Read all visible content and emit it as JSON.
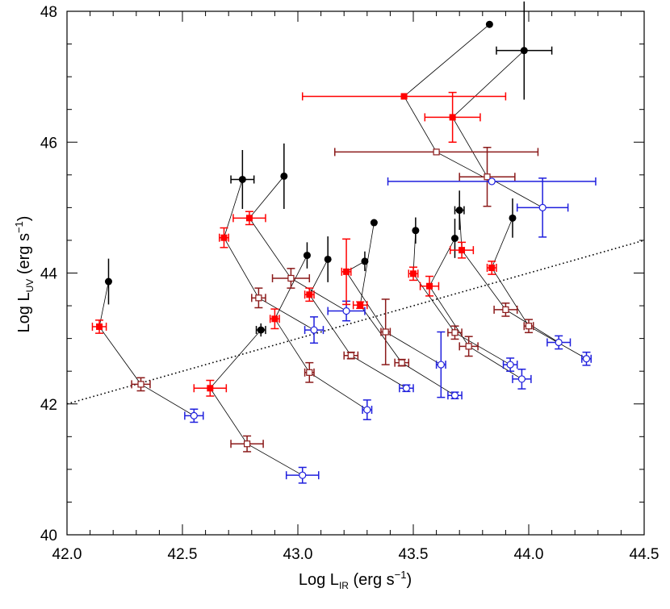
{
  "chart_data": {
    "type": "scatter",
    "title": "",
    "xlabel": {
      "main": "Log L",
      "sub": "IR",
      "unit_pre": " (erg s",
      "unit_sup": "−1",
      "unit_post": ")"
    },
    "ylabel": {
      "main": "Log L",
      "sub": "UV",
      "unit_pre": " (erg s",
      "unit_sup": "−1",
      "unit_post": ")"
    },
    "xlim": [
      42.0,
      44.5
    ],
    "ylim": [
      40,
      48
    ],
    "xticks": [
      "42.0",
      "42.5",
      "43.0",
      "43.5",
      "44.0",
      "44.5"
    ],
    "yticks": [
      "40",
      "42",
      "44",
      "46",
      "48"
    ],
    "colors": {
      "black": "#000000",
      "red": "#ff0000",
      "darkred": "#8b1a1a",
      "blue": "#1f1fdd"
    },
    "reference_line": {
      "style": "dotted",
      "points": [
        [
          42.0,
          42.0
        ],
        [
          44.5,
          44.5
        ]
      ]
    },
    "tracks": [
      [
        {
          "x": 42.18,
          "y": 43.87,
          "c": "black",
          "m": "dot",
          "xe": 0,
          "ye": 0.35
        },
        {
          "x": 42.14,
          "y": 43.18,
          "c": "red",
          "m": "sq",
          "xe": 0.03,
          "ye": 0.1
        },
        {
          "x": 42.32,
          "y": 42.3,
          "c": "darkred",
          "m": "osq",
          "xe": 0.04,
          "ye": 0.1
        },
        {
          "x": 42.55,
          "y": 41.82,
          "c": "blue",
          "m": "oc",
          "xe": 0.04,
          "ye": 0.1
        }
      ],
      [
        {
          "x": 42.84,
          "y": 43.13,
          "c": "black",
          "m": "dot",
          "xe": 0.02,
          "ye": 0.1
        },
        {
          "x": 42.62,
          "y": 42.24,
          "c": "red",
          "m": "sq",
          "xe": 0.07,
          "ye": 0.12
        },
        {
          "x": 42.78,
          "y": 41.39,
          "c": "darkred",
          "m": "osq",
          "xe": 0.07,
          "ye": 0.12
        },
        {
          "x": 43.02,
          "y": 40.91,
          "c": "blue",
          "m": "oc",
          "xe": 0.07,
          "ye": 0.12
        }
      ],
      [
        {
          "x": 42.76,
          "y": 45.43,
          "c": "black",
          "m": "dot",
          "xe": 0.05,
          "ye": 0.45
        },
        {
          "x": 42.68,
          "y": 44.54,
          "c": "red",
          "m": "sq",
          "xe": 0.02,
          "ye": 0.15
        },
        {
          "x": 42.83,
          "y": 43.62,
          "c": "darkred",
          "m": "osq",
          "xe": 0.03,
          "ye": 0.15
        },
        {
          "x": 43.07,
          "y": 43.13,
          "c": "blue",
          "m": "oc",
          "xe": 0.04,
          "ye": 0.2
        }
      ],
      [
        {
          "x": 42.94,
          "y": 45.48,
          "c": "black",
          "m": "dot",
          "xe": 0,
          "ye": 0.5
        },
        {
          "x": 42.79,
          "y": 44.84,
          "c": "red",
          "m": "sq",
          "xe": 0.07,
          "ye": 0.1
        },
        {
          "x": 42.97,
          "y": 43.92,
          "c": "darkred",
          "m": "osq",
          "xe": 0.08,
          "ye": 0.15
        },
        {
          "x": 43.21,
          "y": 43.42,
          "c": "blue",
          "m": "oc",
          "xe": 0.08,
          "ye": 0.15
        }
      ],
      [
        {
          "x": 43.04,
          "y": 44.27,
          "c": "black",
          "m": "dot",
          "xe": 0,
          "ye": 0.2
        },
        {
          "x": 42.9,
          "y": 43.3,
          "c": "red",
          "m": "sq",
          "xe": 0.02,
          "ye": 0.15
        },
        {
          "x": 43.05,
          "y": 42.48,
          "c": "darkred",
          "m": "osq",
          "xe": 0.02,
          "ye": 0.15
        },
        {
          "x": 43.3,
          "y": 41.91,
          "c": "blue",
          "m": "oc",
          "xe": 0.02,
          "ye": 0.15
        }
      ],
      [
        {
          "x": 43.13,
          "y": 44.21,
          "c": "black",
          "m": "dot",
          "xe": 0,
          "ye": 0.35
        },
        {
          "x": 43.05,
          "y": 43.67,
          "c": "red",
          "m": "sq",
          "xe": 0.02,
          "ye": 0.1
        },
        {
          "x": 43.23,
          "y": 42.74,
          "c": "darkred",
          "m": "osq",
          "xe": 0.03,
          "ye": 0.05
        },
        {
          "x": 43.47,
          "y": 42.24,
          "c": "blue",
          "m": "oc",
          "xe": 0.03,
          "ye": 0.05
        }
      ],
      [
        {
          "x": 43.29,
          "y": 44.18,
          "c": "black",
          "m": "dot",
          "xe": 0,
          "ye": 0.15
        },
        {
          "x": 43.21,
          "y": 44.02,
          "c": "red",
          "m": "sq",
          "xe": 0.02,
          "ye": 0.5
        },
        {
          "x": 43.38,
          "y": 43.1,
          "c": "darkred",
          "m": "osq",
          "xe": 0.02,
          "ye": 0.5
        },
        {
          "x": 43.62,
          "y": 42.6,
          "c": "blue",
          "m": "oc",
          "xe": 0.02,
          "ye": 0.5
        }
      ],
      [
        {
          "x": 43.33,
          "y": 44.77,
          "c": "black",
          "m": "dot",
          "xe": 0,
          "ye": 0
        },
        {
          "x": 43.27,
          "y": 43.51,
          "c": "red",
          "m": "sq",
          "xe": 0.03,
          "ye": 0.05
        },
        {
          "x": 43.45,
          "y": 42.63,
          "c": "darkred",
          "m": "osq",
          "xe": 0.03,
          "ye": 0.05
        },
        {
          "x": 43.68,
          "y": 42.13,
          "c": "blue",
          "m": "oc",
          "xe": 0.03,
          "ye": 0.05
        }
      ],
      [
        {
          "x": 43.51,
          "y": 44.65,
          "c": "black",
          "m": "dot",
          "xe": 0,
          "ye": 0.2
        },
        {
          "x": 43.5,
          "y": 43.99,
          "c": "red",
          "m": "sq",
          "xe": 0.02,
          "ye": 0.1
        },
        {
          "x": 43.68,
          "y": 43.09,
          "c": "darkred",
          "m": "osq",
          "xe": 0.03,
          "ye": 0.1
        },
        {
          "x": 43.92,
          "y": 42.6,
          "c": "blue",
          "m": "oc",
          "xe": 0.03,
          "ye": 0.1
        }
      ],
      [
        {
          "x": 43.68,
          "y": 44.53,
          "c": "black",
          "m": "dot",
          "xe": 0,
          "ye": 0.3
        },
        {
          "x": 43.57,
          "y": 43.8,
          "c": "red",
          "m": "sq",
          "xe": 0.04,
          "ye": 0.15
        },
        {
          "x": 43.74,
          "y": 42.88,
          "c": "darkred",
          "m": "osq",
          "xe": 0.04,
          "ye": 0.15
        },
        {
          "x": 43.97,
          "y": 42.38,
          "c": "blue",
          "m": "oc",
          "xe": 0.04,
          "ye": 0.15
        }
      ],
      [
        {
          "x": 43.7,
          "y": 44.96,
          "c": "black",
          "m": "dot",
          "xe": 0.02,
          "ye": 0.3
        },
        {
          "x": 43.71,
          "y": 44.35,
          "c": "red",
          "m": "sq",
          "xe": 0.05,
          "ye": 0.12
        },
        {
          "x": 43.9,
          "y": 43.44,
          "c": "darkred",
          "m": "osq",
          "xe": 0.05,
          "ye": 0.1
        },
        {
          "x": 44.13,
          "y": 42.94,
          "c": "blue",
          "m": "oc",
          "xe": 0.05,
          "ye": 0.1
        }
      ],
      [
        {
          "x": 43.93,
          "y": 44.84,
          "c": "black",
          "m": "dot",
          "xe": 0,
          "ye": 0.3
        },
        {
          "x": 43.84,
          "y": 44.08,
          "c": "red",
          "m": "sq",
          "xe": 0.02,
          "ye": 0.1
        },
        {
          "x": 44.0,
          "y": 43.19,
          "c": "darkred",
          "m": "osq",
          "xe": 0.02,
          "ye": 0.1
        },
        {
          "x": 44.25,
          "y": 42.69,
          "c": "blue",
          "m": "oc",
          "xe": 0.02,
          "ye": 0.1
        }
      ],
      [
        {
          "x": 43.83,
          "y": 47.8,
          "c": "black",
          "m": "dot",
          "xe": 0,
          "ye": 0
        },
        {
          "x": 43.46,
          "y": 46.7,
          "c": "red",
          "m": "sq",
          "xe": 0.44,
          "ye": 0
        },
        {
          "x": 43.6,
          "y": 45.85,
          "c": "darkred",
          "m": "osq",
          "xe": 0.44,
          "ye": 0
        },
        {
          "x": 43.84,
          "y": 45.4,
          "c": "blue",
          "m": "oc",
          "xe": 0,
          "ye": 0
        }
      ],
      [
        {
          "x": 43.98,
          "y": 47.4,
          "c": "black",
          "m": "dot",
          "xe": 0.12,
          "ye": 0.75
        },
        {
          "x": 43.67,
          "y": 46.38,
          "c": "red",
          "m": "sq",
          "xe": 0.12,
          "ye": 0.38
        },
        {
          "x": 43.82,
          "y": 45.47,
          "c": "darkred",
          "m": "osq",
          "xe": 0.12,
          "ye": 0.45
        },
        {
          "x": 44.06,
          "y": 45.0,
          "c": "blue",
          "m": "oc",
          "xe": 0.11,
          "ye": 0.45
        }
      ],
      [
        {
          "x": 43.84,
          "y": 45.4,
          "c": "blue",
          "m": "oc",
          "xe": 0.45,
          "ye": 0
        }
      ]
    ]
  }
}
